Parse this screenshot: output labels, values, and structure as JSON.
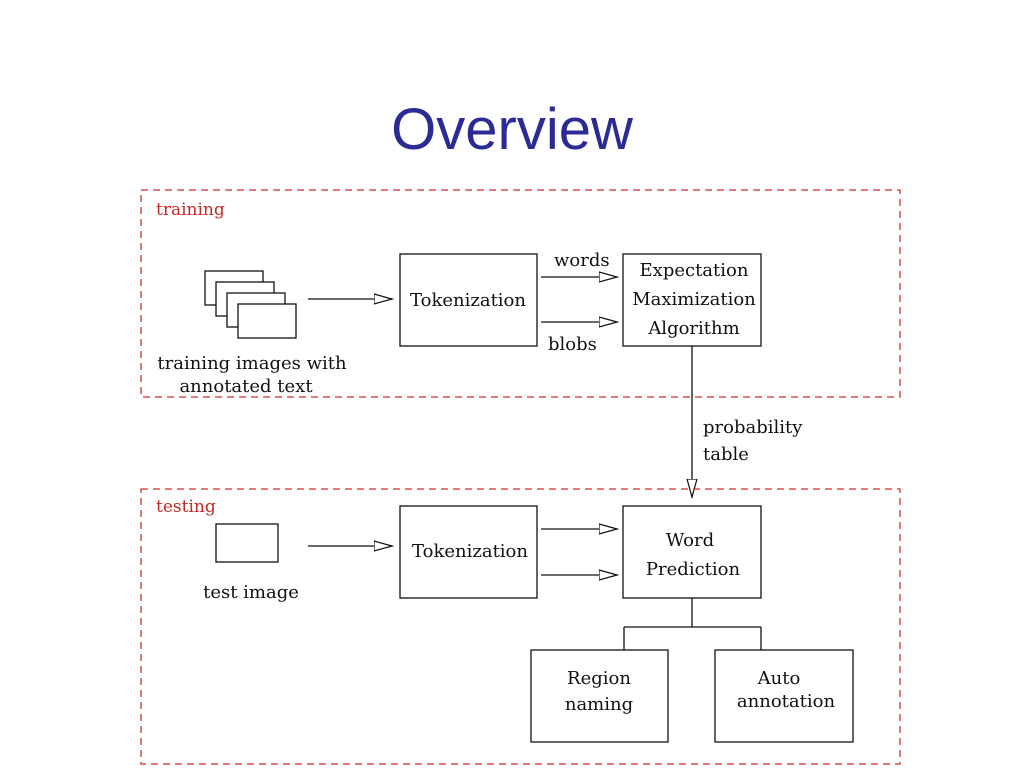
{
  "title": "Overview",
  "training": {
    "section_label": "training",
    "images_caption": [
      "training images with",
      "annotated text"
    ],
    "tokenization": "Tokenization",
    "words_label": "words",
    "blobs_label": "blobs",
    "em_box": [
      "Expectation",
      "Maximization",
      "Algorithm"
    ]
  },
  "link": {
    "label": [
      "probability",
      "table"
    ]
  },
  "testing": {
    "section_label": "testing",
    "image_caption": "test image",
    "tokenization": "Tokenization",
    "word_prediction": [
      "Word",
      "Prediction"
    ],
    "region_naming": [
      "Region",
      "naming"
    ],
    "auto_annotation": [
      "Auto",
      "annotation"
    ]
  },
  "colors": {
    "title": "#2b2b96",
    "section_label": "#c62828",
    "frame": "#d32f2f"
  }
}
